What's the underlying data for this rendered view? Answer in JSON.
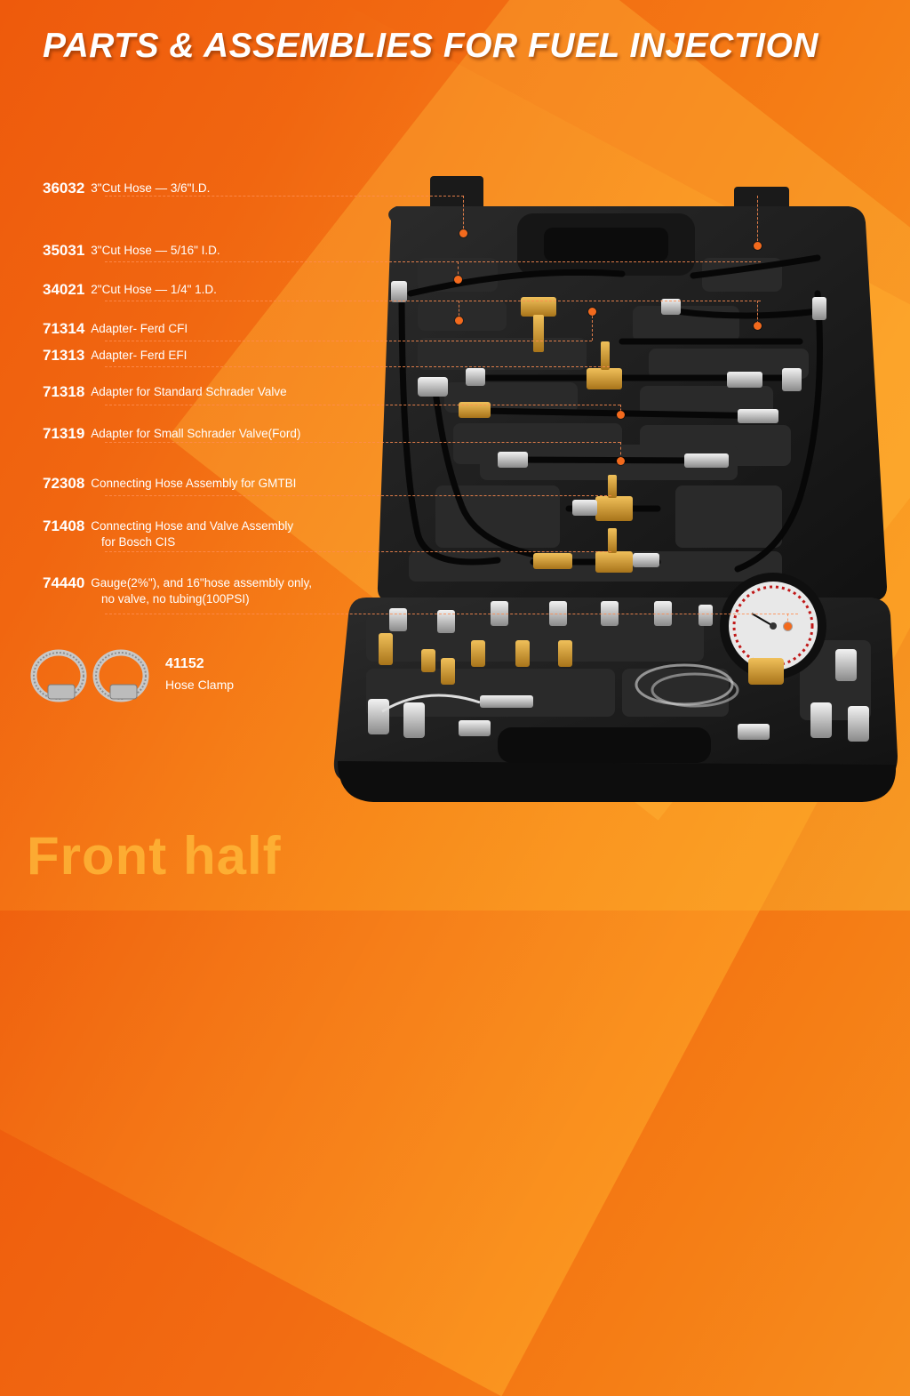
{
  "title": "PARTS & ASSEMBLIES FOR FUEL INJECTION",
  "parts": [
    {
      "number": "36032",
      "description": "3\"Cut Hose — 3/6\"I.D."
    },
    {
      "number": "35031",
      "description": "3\"Cut Hose — 5/16\" I.D."
    },
    {
      "number": "34021",
      "description": "2\"Cut Hose — 1/4\" 1.D."
    },
    {
      "number": "71314",
      "description": "Adapter- Ferd CFI"
    },
    {
      "number": "71313",
      "description": "Adapter- Ferd EFI"
    },
    {
      "number": "71318",
      "description": "Adapter for Standard Schrader Valve"
    },
    {
      "number": "71319",
      "description": "Adapter for Small Schrader Valve(Ford)"
    },
    {
      "number": "72308",
      "description": "Connecting Hose Assembly for GMTBI"
    },
    {
      "number": "71408",
      "description": "Connecting Hose and Valve Assembly",
      "description_line2": "for Bosch CIS"
    },
    {
      "number": "74440",
      "description": "Gauge(2%\"), and 16\"hose assembly only,",
      "description_line2": "no valve, no tubing(100PSI)"
    }
  ],
  "clamp": {
    "number": "41152",
    "description": "Hose Clamp"
  },
  "watermark": "Front half",
  "colors": {
    "accent": "#f36a1d",
    "background": "#f26b12",
    "case": "#1c1c1c"
  }
}
